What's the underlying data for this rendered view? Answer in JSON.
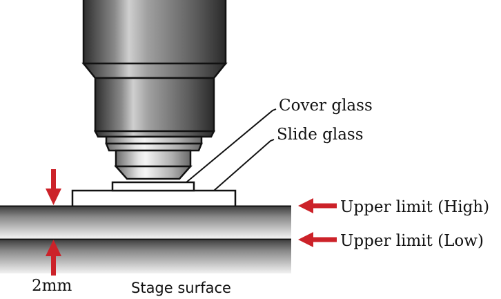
{
  "labels": {
    "cover_glass": "Cover glass",
    "slide_glass": "Slide glass",
    "upper_limit_high": "Upper limit (High)",
    "upper_limit_low": "Upper limit (Low)",
    "gap": "2mm",
    "stage_surface": "Stage surface"
  },
  "colors": {
    "arrow": "#cc2229",
    "outline": "#111111",
    "metal_dark": "#3a3a3a",
    "metal_light": "#d8d8d8"
  }
}
